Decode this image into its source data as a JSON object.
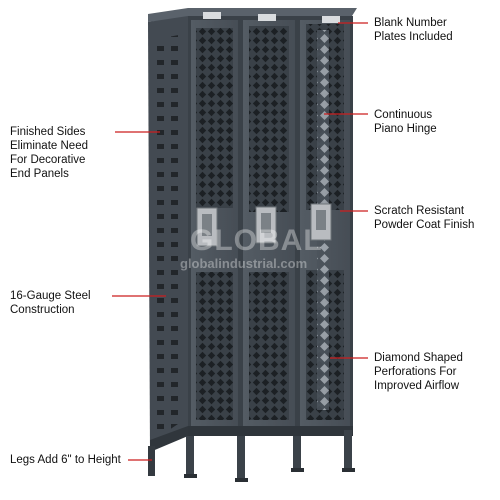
{
  "callouts": {
    "number_plates": "Blank Number\nPlates Included",
    "piano_hinge": "Continuous\nPiano Hinge",
    "powder_coat": "Scratch Resistant\nPowder Coat Finish",
    "perforations": "Diamond Shaped\nPerforations For\nImproved Airflow",
    "finished_sides": "Finished Sides\nEliminate Need\nFor Decorative\nEnd Panels",
    "steel_construction": "16-Gauge Steel\nConstruction",
    "legs": "Legs Add 6\" to Height"
  },
  "watermark": {
    "logo": "GLOBAL",
    "url": "globalindustrial.com"
  },
  "colors": {
    "locker_body": "#4a5159",
    "locker_dark": "#2f353b",
    "locker_light": "#5d656e",
    "leader_line": "#cc1f1f",
    "handle": "#b9bcc0"
  },
  "icons": {
    "logo_mark": "globe-logo-icon"
  }
}
